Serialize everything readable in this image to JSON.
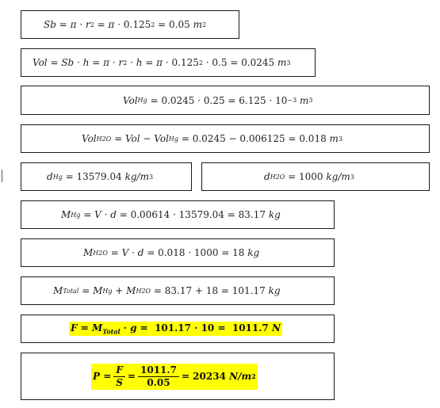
{
  "eq1": {
    "lhs": "Sb",
    "p1": "π",
    "op": "·",
    "r": "r",
    "exp": "2",
    "v1": "0.125",
    "res": "0.05",
    "unit": "m",
    "uexp": "2"
  },
  "eq2": {
    "lhs": "Vol",
    "sb": "Sb",
    "h": "h",
    "pi": "π",
    "r": "r",
    "exp": "2",
    "v1": "0.125",
    "v2": "0.5",
    "res": "0.0245",
    "unit": "m",
    "uexp": "3"
  },
  "eq3": {
    "lhs": "Vol",
    "lsub": "Hg",
    "v1": "0.0245",
    "v2": "0.25",
    "res": "6.125",
    "ten": "10",
    "texp": "−3",
    "unit": "m",
    "uexp": "3"
  },
  "eq4": {
    "lhs": "Vol",
    "lsub": "H2O",
    "a": "Vol",
    "b": "Vol",
    "bsub": "Hg",
    "v1": "0.0245",
    "v2": "0.006125",
    "res": "0.018",
    "unit": "m",
    "uexp": "3"
  },
  "eq5": {
    "lhs": "d",
    "lsub": "Hg",
    "val": "13579.04",
    "unit": "kg/m",
    "uexp": "3"
  },
  "eq6": {
    "lhs": "d",
    "lsub": "H2O",
    "val": "1000",
    "unit": "kg/m",
    "uexp": "3"
  },
  "eq7": {
    "lhs": "M",
    "lsub": "Hg",
    "v": "V",
    "d": "d",
    "v1": "0.00614",
    "v2": "13579.04",
    "res": "83.17",
    "unit": "kg"
  },
  "eq8": {
    "lhs": "M",
    "lsub": "H2O",
    "v": "V",
    "d": "d",
    "v1": "0.018",
    "v2": "1000",
    "res": "18",
    "unit": "kg"
  },
  "eq9": {
    "lhs": "M",
    "lsub": "Total",
    "a": "M",
    "asub": "Hg",
    "b": "M",
    "bsub": "H2O",
    "v1": "83.17",
    "v2": "18",
    "res": "101.17",
    "unit": "kg"
  },
  "eq10": {
    "lhs": "F",
    "m": "M",
    "msub": "Total",
    "g": "g",
    "v1": "101.17",
    "v2": "10",
    "res": "1011.7",
    "unit": "N"
  },
  "eq11": {
    "lhs": "P",
    "fnum": "F",
    "fden": "S",
    "num": "1011.7",
    "den": "0.05",
    "res": "20234",
    "unit": "N/m",
    "uexp": "2"
  }
}
